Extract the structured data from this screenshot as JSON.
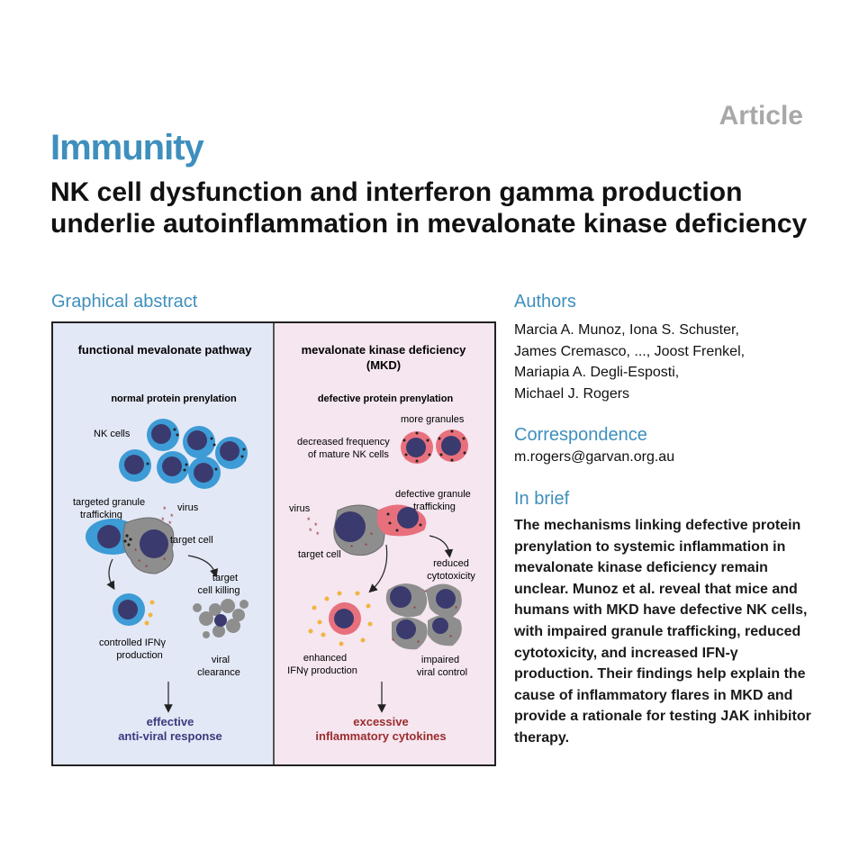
{
  "header": {
    "article_label": "Article",
    "journal": "Immunity",
    "title": "NK cell dysfunction and interferon gamma production underlie autoinflammation in mevalonate kinase deficiency"
  },
  "graphical_abstract": {
    "heading": "Graphical abstract",
    "left": {
      "title": "functional mevalonate pathway",
      "subtitle": "normal protein prenylation",
      "nk_cells": "NK cells",
      "targeted_granule_1": "targeted granule",
      "targeted_granule_2": "trafficking",
      "virus": "virus",
      "target_cell": "target cell",
      "killing_1": "target",
      "killing_2": "cell killing",
      "ifn_1": "controlled IFNγ",
      "ifn_2": "production",
      "clearance_1": "viral",
      "clearance_2": "clearance",
      "outcome_1": "effective",
      "outcome_2": "anti-viral response"
    },
    "right": {
      "title_1": "mevalonate kinase deficiency",
      "title_2": "(MKD)",
      "subtitle": "defective protein prenylation",
      "more_granules": "more granules",
      "decreased_1": "decreased frequency",
      "decreased_2": "of mature NK cells",
      "defective_1": "defective granule",
      "defective_2": "trafficking",
      "virus": "virus",
      "target_cell": "target cell",
      "reduced_1": "reduced",
      "reduced_2": "cytotoxicity",
      "enhanced_1": "enhanced",
      "enhanced_2": "IFNγ production",
      "impaired_1": "impaired",
      "impaired_2": "viral control",
      "outcome_1": "excessive",
      "outcome_2": "inflammatory cytokines"
    },
    "colors": {
      "left_bg": "#e3e8f6",
      "right_bg": "#f5e6f0",
      "nk_blue": "#3d9bd6",
      "nucleus": "#3a3a6e",
      "mkd_pink": "#e8707c",
      "target_gray": "#8e8e8e",
      "left_outcome": "#3a3a7e",
      "right_outcome": "#9b2c2c"
    }
  },
  "authors": {
    "heading": "Authors",
    "line1": "Marcia A. Munoz, Iona S. Schuster,",
    "line2": "James Cremasco, ..., Joost Frenkel,",
    "line3": "Mariapia A. Degli-Esposti,",
    "line4": "Michael J. Rogers"
  },
  "correspondence": {
    "heading": "Correspondence",
    "email": "m.rogers@garvan.org.au"
  },
  "in_brief": {
    "heading": "In brief",
    "text": "The mechanisms linking defective protein prenylation to systemic inflammation in mevalonate kinase deficiency remain unclear. Munoz et al. reveal that mice and humans with MKD have defective NK cells, with impaired granule trafficking, reduced cytotoxicity, and increased IFN-γ production. Their findings help explain the cause of inflammatory flares in MKD and provide a rationale for testing JAK inhibitor therapy."
  }
}
